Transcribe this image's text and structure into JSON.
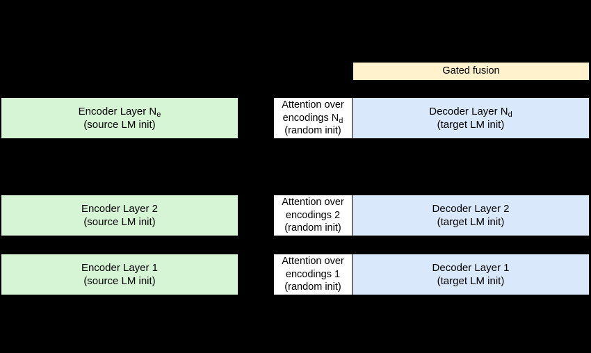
{
  "gated_fusion": {
    "label": "Gated fusion"
  },
  "top_row": {
    "encoder": {
      "label": "Encoder Layer N",
      "sub": "e",
      "init": "(source LM init)"
    },
    "attention": {
      "line1": "Attention over",
      "line2": "encodings N",
      "sub": "d",
      "init": "(random init)"
    },
    "decoder": {
      "label": "Decoder Layer N",
      "sub": "d",
      "init": "(target LM init)"
    }
  },
  "layer2_row": {
    "encoder": {
      "label": "Encoder Layer 2",
      "init": "(source LM init)"
    },
    "attention": {
      "line1": "Attention over",
      "line2": "encodings 2",
      "init": "(random init)"
    },
    "decoder": {
      "label": "Decoder Layer 2",
      "init": "(target LM init)"
    }
  },
  "layer1_row": {
    "encoder": {
      "label": "Encoder Layer 1",
      "init": "(source LM init)"
    },
    "attention": {
      "line1": "Attention over",
      "line2": "encodings 1",
      "init": "(random init)"
    },
    "decoder": {
      "label": "Decoder Layer 1",
      "init": "(target LM init)"
    }
  },
  "colors": {
    "background": "#000000",
    "encoder": "#d5f5d5",
    "decoder": "#dae8fc",
    "attention": "#ffffff",
    "fusion": "#fff2cc"
  }
}
